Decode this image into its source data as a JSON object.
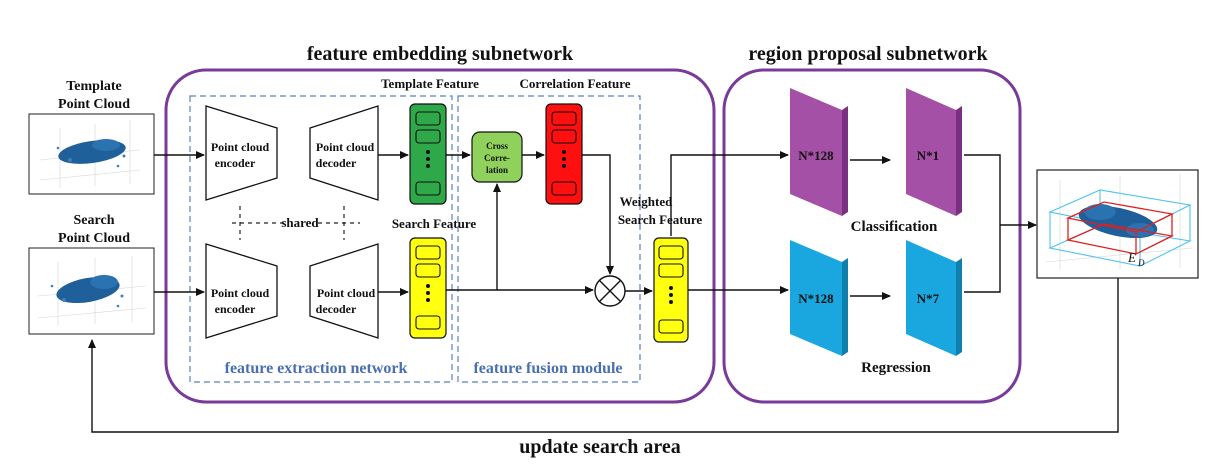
{
  "titles": {
    "feature_embedding": "feature embedding subnetwork",
    "region_proposal": "region proposal subnetwork",
    "update": "update search area"
  },
  "inputs": {
    "template": [
      "Template",
      "Point Cloud"
    ],
    "search": [
      "Search",
      "Point Cloud"
    ]
  },
  "extraction": {
    "encoder": [
      "Point cloud",
      "encoder"
    ],
    "decoder": [
      "Point cloud",
      "decoder"
    ],
    "shared": "shared",
    "label": "feature extraction network"
  },
  "fusion": {
    "cross": [
      "Cross",
      "Corre-",
      "lation"
    ],
    "label": "feature fusion module"
  },
  "features": {
    "template": "Template Feature",
    "correlation": "Correlation Feature",
    "search": "Search Feature",
    "weighted": [
      "Weighted",
      "Search Feature"
    ]
  },
  "rpn": {
    "cls_in": "N*128",
    "cls_out": "N*1",
    "cls_label": "Classification",
    "reg_in": "N*128",
    "reg_out": "N*7",
    "reg_label": "Regression"
  },
  "output": {
    "label": "E",
    "sub": "D"
  },
  "colors": {
    "purple": "#7a3a9a",
    "green": "#2fa84a",
    "red": "#ff1010",
    "yellow": "#ffff10",
    "magenta": "#a450a6",
    "cyan": "#1aa7df",
    "dash_blue": "#5b7fbf"
  }
}
